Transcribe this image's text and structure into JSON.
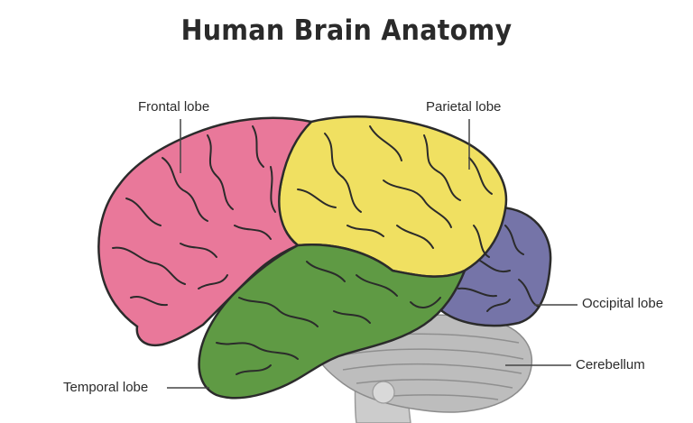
{
  "title": "Human Brain Anatomy",
  "labels": {
    "frontal": "Frontal lobe",
    "parietal": "Parietal lobe",
    "occipital": "Occipital lobe",
    "cerebellum": "Cerebellum",
    "temporal": "Temporal lobe"
  },
  "colors": {
    "frontal": "#e9789a",
    "parietal": "#f0e061",
    "occipital": "#7574a8",
    "temporal": "#5f9a44",
    "cerebellum": "#bdbdbd",
    "brainstem": "#cccccc",
    "outline": "#2b2b2b"
  }
}
